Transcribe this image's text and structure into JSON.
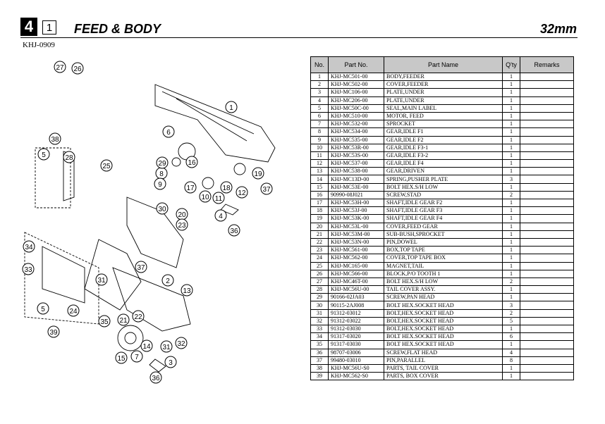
{
  "header": {
    "section_number": "4",
    "sub_number": "1",
    "title": "FEED & BODY",
    "size": "32mm",
    "model_code": "KHJ-0909"
  },
  "table": {
    "headers": [
      "No.",
      "Part No.",
      "Part Name",
      "Q'ty",
      "Remarks"
    ],
    "rows": [
      [
        "1",
        "KHJ-MC501-00",
        "BODY,FEEDER",
        "1",
        ""
      ],
      [
        "2",
        "KHJ-MC502-00",
        "COVER,FEEDER",
        "1",
        ""
      ],
      [
        "3",
        "KHJ-MC106-00",
        "PLATE,UNDER",
        "1",
        ""
      ],
      [
        "4",
        "KHJ-MC206-00",
        "PLATE,UNDER",
        "1",
        ""
      ],
      [
        "5",
        "KHJ-MC50C-00",
        "SEAL,MAIN LABEL",
        "1",
        ""
      ],
      [
        "6",
        "KHJ-MC510-00",
        "MOTOR, FEED",
        "1",
        ""
      ],
      [
        "7",
        "KHJ-MC532-00",
        "SPROCKET",
        "1",
        ""
      ],
      [
        "8",
        "KHJ-MC534-00",
        "GEAR,IDLE F1",
        "1",
        ""
      ],
      [
        "9",
        "KHJ-MC535-00",
        "GEAR,IDLE F2",
        "1",
        ""
      ],
      [
        "10",
        "KHJ-MC53R-00",
        "GEAR,IDLE F3-1",
        "1",
        ""
      ],
      [
        "11",
        "KHJ-MC53S-00",
        "GEAR,IDLE F3-2",
        "1",
        ""
      ],
      [
        "12",
        "KHJ-MC537-00",
        "GEAR,IDLE F4",
        "1",
        ""
      ],
      [
        "13",
        "KHJ-MC538-00",
        "GEAR,DRIVEN",
        "1",
        ""
      ],
      [
        "14",
        "KHJ-MC13D-00",
        "SPRING,PUSHER PLATE",
        "3",
        ""
      ],
      [
        "15",
        "KHJ-MC53E-00",
        "BOLT HEX.S/H LOW",
        "1",
        ""
      ],
      [
        "16",
        "90990-08J021",
        "SCREW,STAD",
        "2",
        ""
      ],
      [
        "17",
        "KHJ-MC53H-00",
        "SHAFT,IDLE GEAR F2",
        "1",
        ""
      ],
      [
        "18",
        "KHJ-MC53J-00",
        "SHAFT,IDLE GEAR F3",
        "1",
        ""
      ],
      [
        "19",
        "KHJ-MC53K-00",
        "SHAFT,IDLE GEAR F4",
        "1",
        ""
      ],
      [
        "20",
        "KHJ-MC53L-00",
        "COVER,FEED GEAR",
        "1",
        ""
      ],
      [
        "21",
        "KHJ-MC53M-00",
        "SUB-BUSH,SPROCKET",
        "1",
        ""
      ],
      [
        "22",
        "KHJ-MC53N-00",
        "PIN,DOWEL",
        "1",
        ""
      ],
      [
        "23",
        "KHJ-MC561-00",
        "BOX,TOP TAPE",
        "1",
        ""
      ],
      [
        "24",
        "KHJ-MC562-00",
        "COVER,TOP TAPE BOX",
        "1",
        ""
      ],
      [
        "25",
        "KHJ-MC165-00",
        "MAGNET,TAIL",
        "1",
        ""
      ],
      [
        "26",
        "KHJ-MC566-00",
        "BLOCK,P/O TOOTH 1",
        "1",
        ""
      ],
      [
        "27",
        "KHJ-MC46T-00",
        "BOLT HEX.S/H LOW",
        "2",
        ""
      ],
      [
        "28",
        "KHJ-MC56U-00",
        "TAIL COVER ASSY.",
        "1",
        ""
      ],
      [
        "29",
        "90166-02JA03",
        "SCREW,PAN HEAD",
        "1",
        ""
      ],
      [
        "30",
        "90115-2AJ008",
        "BOLT HEX.SOCKET HEAD",
        "3",
        ""
      ],
      [
        "31",
        "91312-03012",
        "BOLT,HEX.SOCKET HEAD",
        "2",
        ""
      ],
      [
        "32",
        "91312-03022",
        "BOLT,HEX.SOCKET HEAD",
        "5",
        ""
      ],
      [
        "33",
        "91312-03030",
        "BOLT,HEX.SOCKET HEAD",
        "1",
        ""
      ],
      [
        "34",
        "91317-03020",
        "BOLT HEX.SOCKET HEAD",
        "6",
        ""
      ],
      [
        "35",
        "91317-03030",
        "BOLT HEX.SOCKET HEAD",
        "1",
        ""
      ],
      [
        "36",
        "98707-03006",
        "SCREW,FLAT HEAD",
        "4",
        ""
      ],
      [
        "37",
        "99480-03010",
        "PIN,PARALLEL",
        "8",
        ""
      ],
      [
        "38",
        "KHJ-MC56U-S0",
        "PARTS, TAIL COVER",
        "1",
        ""
      ],
      [
        "39",
        "KHJ-MC562-S0",
        "PARTS, BOX COVER",
        "1",
        ""
      ]
    ]
  },
  "diagram": {
    "callouts": [
      "1",
      "2",
      "3",
      "4",
      "5",
      "5",
      "6",
      "7",
      "8",
      "9",
      "10",
      "11",
      "12",
      "13",
      "14",
      "15",
      "16",
      "17",
      "18",
      "19",
      "20",
      "21",
      "22",
      "23",
      "24",
      "25",
      "26",
      "27",
      "28",
      "29",
      "30",
      "31",
      "31",
      "32",
      "33",
      "34",
      "35",
      "36",
      "36",
      "37",
      "37",
      "38",
      "39"
    ]
  }
}
